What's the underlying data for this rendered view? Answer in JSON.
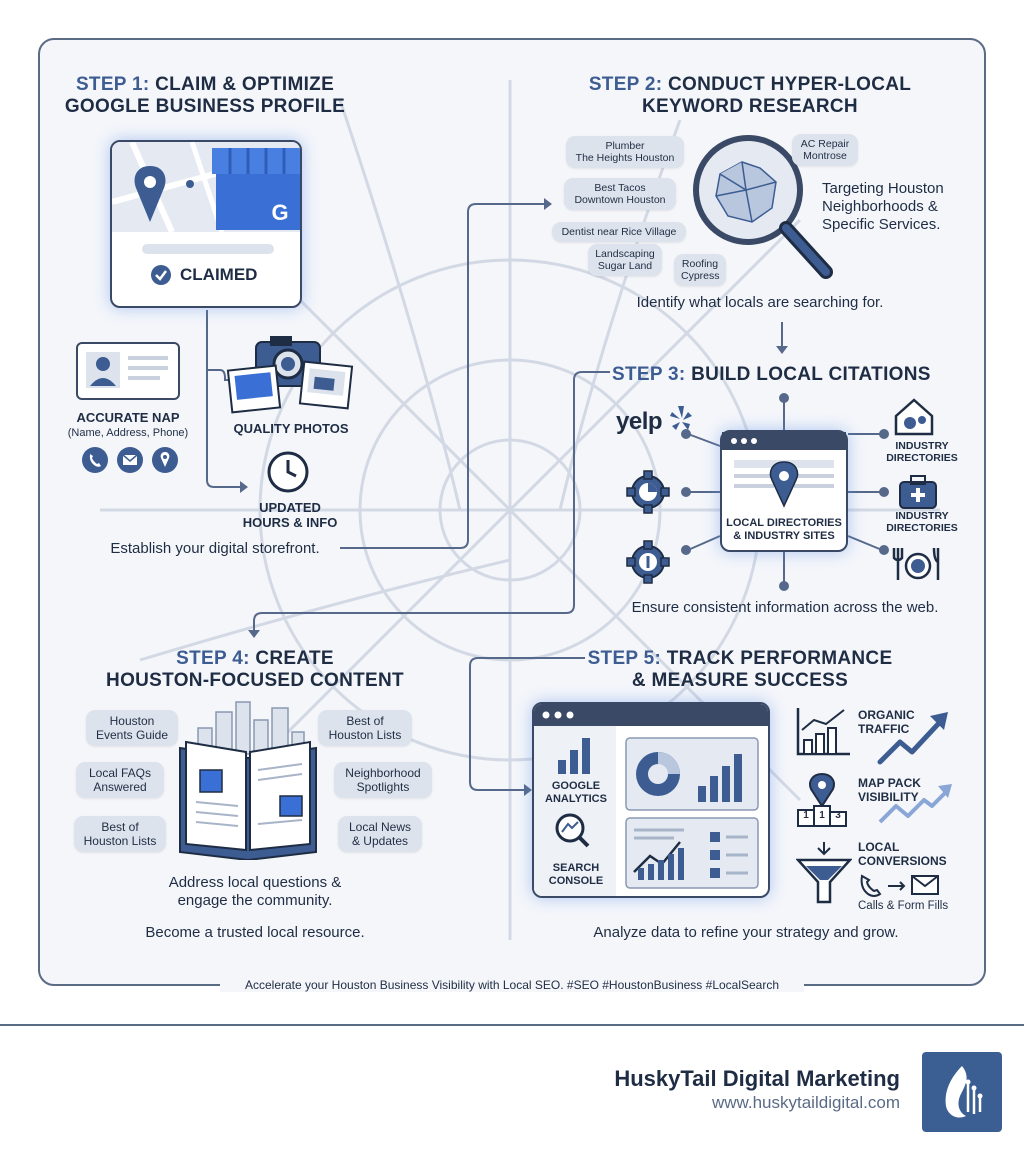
{
  "step1": {
    "title_step": "STEP 1:",
    "title_rest_line1": "CLAIM & OPTIMIZE",
    "title_line2": "GOOGLE BUSINESS PROFILE",
    "claimed_label": "CLAIMED",
    "nap_title": "ACCURATE NAP",
    "nap_sub": "(Name, Address, Phone)",
    "photos_label": "QUALITY PHOTOS",
    "hours_line1": "UPDATED",
    "hours_line2": "HOURS & INFO",
    "caption": "Establish your digital storefront."
  },
  "step2": {
    "title_step": "STEP 2:",
    "title_rest_line1": "CONDUCT HYPER-LOCAL",
    "title_line2": "KEYWORD RESEARCH",
    "keywords": [
      {
        "line1": "Plumber",
        "line2": "The Heights Houston"
      },
      {
        "line1": "AC Repair",
        "line2": "Montrose"
      },
      {
        "line1": "Best Tacos",
        "line2": "Downtown Houston"
      },
      {
        "line1": "Dentist near Rice Village",
        "line2": ""
      },
      {
        "line1": "Landscaping",
        "line2": "Sugar Land"
      },
      {
        "line1": "Roofing",
        "line2": "Cypress"
      }
    ],
    "side_text_line1": "Targeting Houston",
    "side_text_line2": "Neighborhoods &",
    "side_text_line3": "Specific Services.",
    "caption": "Identify what locals are searching for."
  },
  "step3": {
    "title_step": "STEP 3:",
    "title_rest": "BUILD LOCAL CITATIONS",
    "yelp_label": "yelp",
    "center_line1": "LOCAL DIRECTORIES",
    "center_line2": "& INDUSTRY SITES",
    "industry1_line1": "INDUSTRY",
    "industry1_line2": "DIRECTORIES",
    "industry2_line1": "INDUSTRY",
    "industry2_line2": "DIRECTORIES",
    "caption": "Ensure consistent information across the web."
  },
  "step4": {
    "title_step": "STEP 4:",
    "title_rest_line1": "CREATE",
    "title_line2": "HOUSTON-FOCUSED CONTENT",
    "topics": [
      {
        "line1": "Houston",
        "line2": "Events Guide"
      },
      {
        "line1": "Best of",
        "line2": "Houston Lists"
      },
      {
        "line1": "Local FAQs",
        "line2": "Answered"
      },
      {
        "line1": "Neighborhood",
        "line2": "Spotlights"
      },
      {
        "line1": "Best of",
        "line2": "Houston Lists"
      },
      {
        "line1": "Local News",
        "line2": "& Updates"
      }
    ],
    "caption_line1": "Address local questions &",
    "caption_line2": "engage the community.",
    "caption2": "Become a trusted local resource."
  },
  "step5": {
    "title_step": "STEP 5:",
    "title_rest_line1": "TRACK PERFORMANCE",
    "title_line2": "& MEASURE SUCCESS",
    "ga_line1": "GOOGLE",
    "ga_line2": "ANALYTICS",
    "sc_line1": "SEARCH",
    "sc_line2": "CONSOLE",
    "metric1_line1": "ORGANIC",
    "metric1_line2": "TRAFFIC",
    "metric2_line1": "MAP PACK",
    "metric2_line2": "VISIBILITY",
    "metric3_line1": "LOCAL",
    "metric3_line2": "CONVERSIONS",
    "metric3_sub": "Calls & Form Fills",
    "podium": [
      "1",
      "1",
      "3"
    ],
    "caption": "Analyze data to refine your strategy and grow."
  },
  "footer": {
    "tagline": "Accelerate your Houston Business Visibility with Local SEO. #SEO #HoustonBusiness #LocalSearch",
    "brand_name": "HuskyTail Digital Marketing",
    "brand_url": "www.huskytaildigital.com"
  },
  "colors": {
    "navy": "#1f2d44",
    "accent": "#3c5c92",
    "google_blue": "#3a6fd6",
    "chip": "#dde3ec",
    "panel": "#f4f6fa"
  }
}
